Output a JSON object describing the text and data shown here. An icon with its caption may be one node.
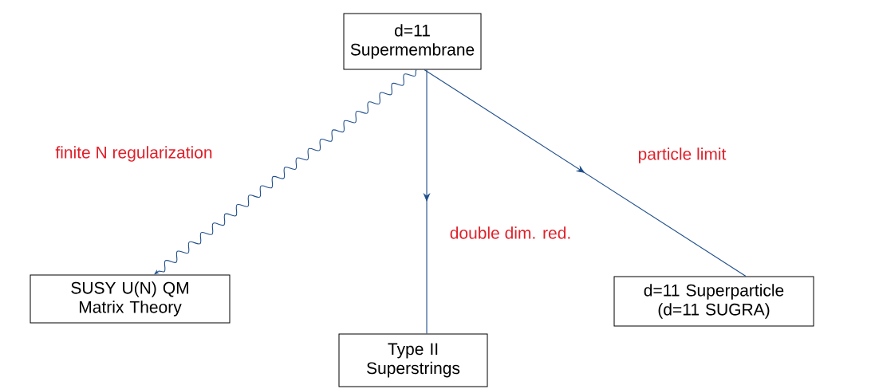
{
  "diagram": {
    "nodes": [
      {
        "text": [
          "d=11 Supermembrane"
        ]
      },
      {
        "text": [
          "SUSY U(N) QM Matrix Theory"
        ]
      },
      {
        "text": [
          "Type II Superstrings"
        ]
      },
      {
        "text": [
          "d=11 Superparticle (d=11 SUGRA)"
        ]
      }
    ],
    "edges": [
      {
        "from": 0,
        "to": 1,
        "arrow": "to",
        "label": "finite N regularization"
      },
      {
        "from": 0,
        "to": 2,
        "arrow": "to",
        "label": "double dim. red."
      },
      {
        "from": 0,
        "to": 3,
        "arrow": "to",
        "label": "particle limit"
      }
    ]
  }
}
